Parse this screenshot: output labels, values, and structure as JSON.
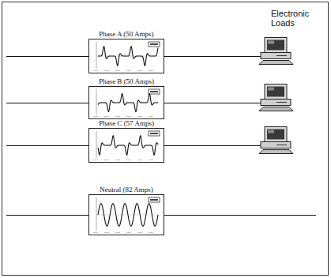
{
  "diagram": {
    "nodes": [
      {
        "text": [
          "Phase A (50 Amps)"
        ]
      },
      {
        "text": [
          "Phase B (50 Amps)"
        ]
      },
      {
        "text": [
          "Phase C (57 Amps)"
        ]
      },
      {
        "text": [
          "Neutral (82 Amps)"
        ]
      }
    ],
    "labels": [
      "Electronic Loads"
    ]
  }
}
